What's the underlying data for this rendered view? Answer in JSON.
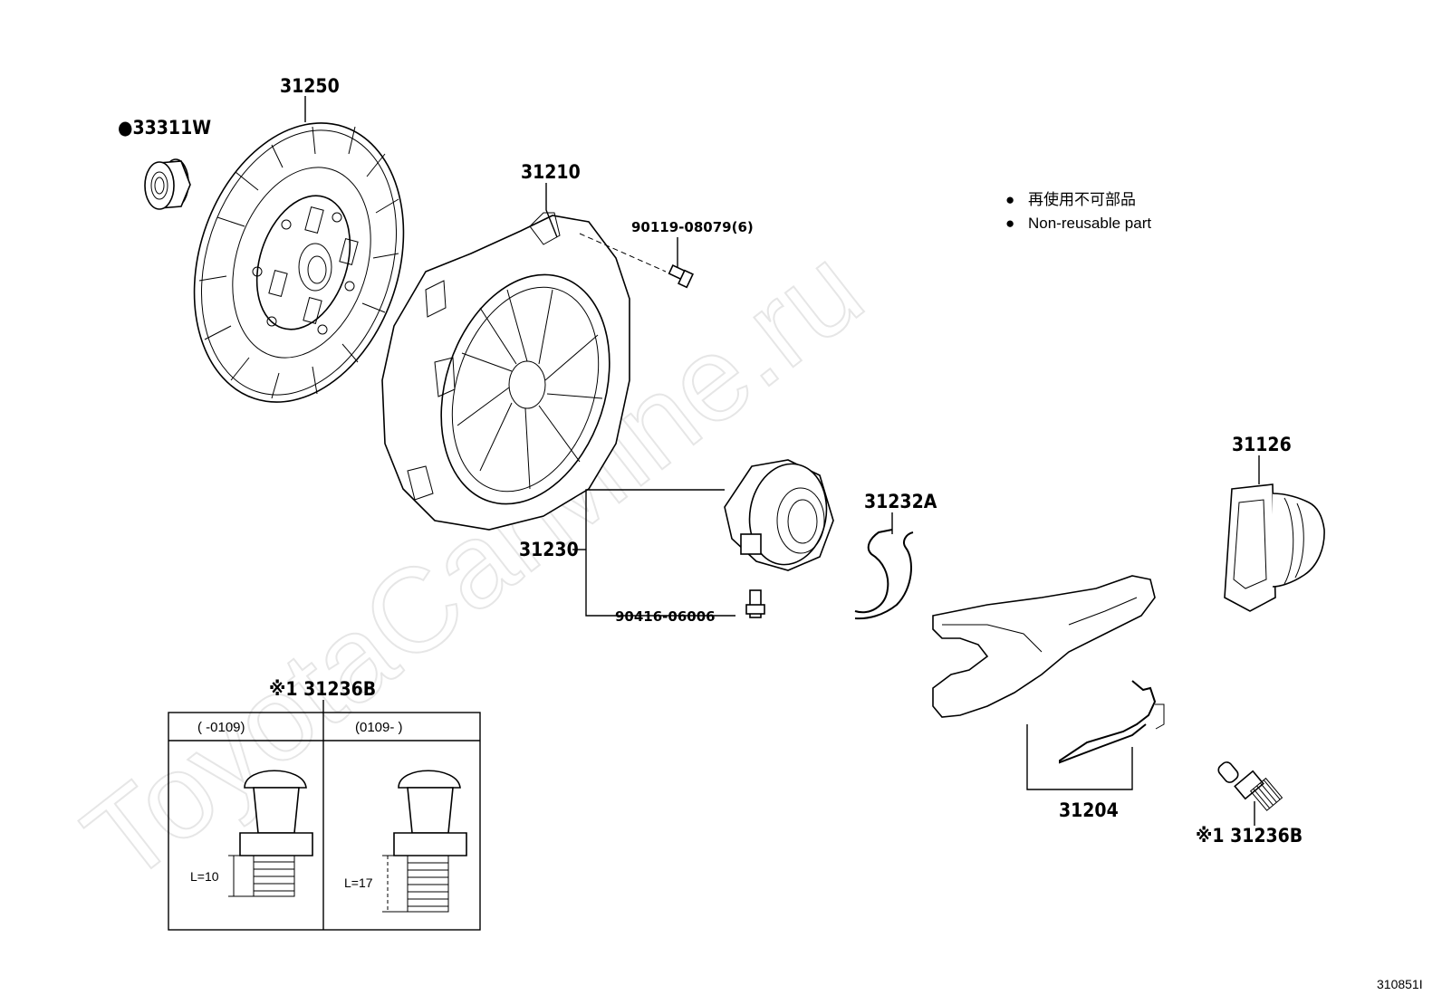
{
  "watermark": "ToyotaCarMine.ru",
  "legend": {
    "bullet_1": "●",
    "line_1": "再使用不可部品",
    "bullet_2": "●",
    "line_2": "Non-reusable part"
  },
  "parts": {
    "p33311w": "●33311W",
    "p31250": "31250",
    "p31210": "31210",
    "p90119": "90119-08079(6)",
    "p31230": "31230",
    "p90416": "90416-06006",
    "p31232a": "31232A",
    "p31126": "31126",
    "p31204": "31204",
    "p31236b_top": "※1 31236B",
    "p31236b_bottom": "※1 31236B"
  },
  "table": {
    "col_1_header": "(     -0109)",
    "col_2_header": "(0109-     )",
    "col_1_dim": "L=10",
    "col_2_dim": "L=17"
  },
  "footer": {
    "diagram_id": "310851I"
  }
}
